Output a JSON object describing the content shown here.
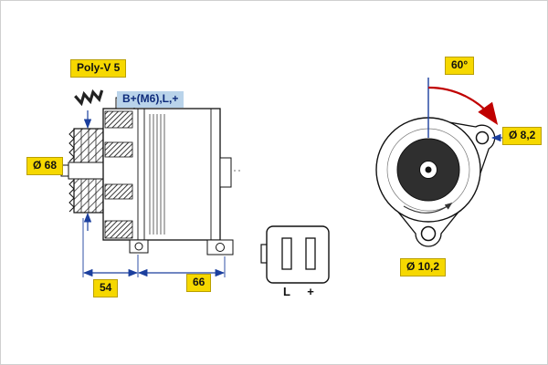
{
  "colors": {
    "highlight_yellow": "#f6d800",
    "label_blue_bg": "#b9d3ea",
    "label_blue_text": "#0d2a7a",
    "dimension_blue": "#1b3f9e",
    "rotation_red": "#c00000",
    "line_black": "#111111"
  },
  "side_view": {
    "pulley_type_label": "Poly-V 5",
    "terminal_label": "B+(M6),L,+",
    "pulley_diameter_label": "Ø 68",
    "length_front_label": "54",
    "length_rear_label": "66"
  },
  "connector": {
    "pin_left_label": "L",
    "pin_right_label": "+"
  },
  "rear_view": {
    "mounting_angle_label": "60°",
    "upper_hole_diameter_label": "Ø 8,2",
    "lower_hole_diameter_label": "Ø 10,2"
  }
}
